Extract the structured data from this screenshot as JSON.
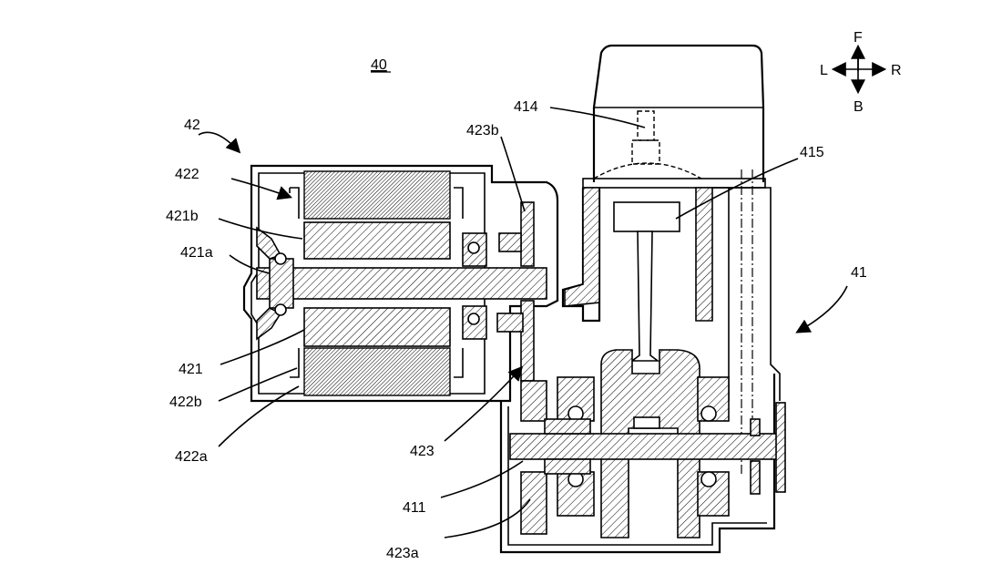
{
  "figure": {
    "title": "40",
    "labels": {
      "l42": "42",
      "l422": "422",
      "l421b": "421b",
      "l421a": "421a",
      "l421": "421",
      "l422b": "422b",
      "l422a": "422a",
      "l423": "423",
      "l423b": "423b",
      "l414": "414",
      "l415": "415",
      "l41": "41",
      "l411": "411",
      "l423a": "423a"
    },
    "compass": {
      "front": "F",
      "back": "B",
      "left": "L",
      "right": "R"
    }
  }
}
